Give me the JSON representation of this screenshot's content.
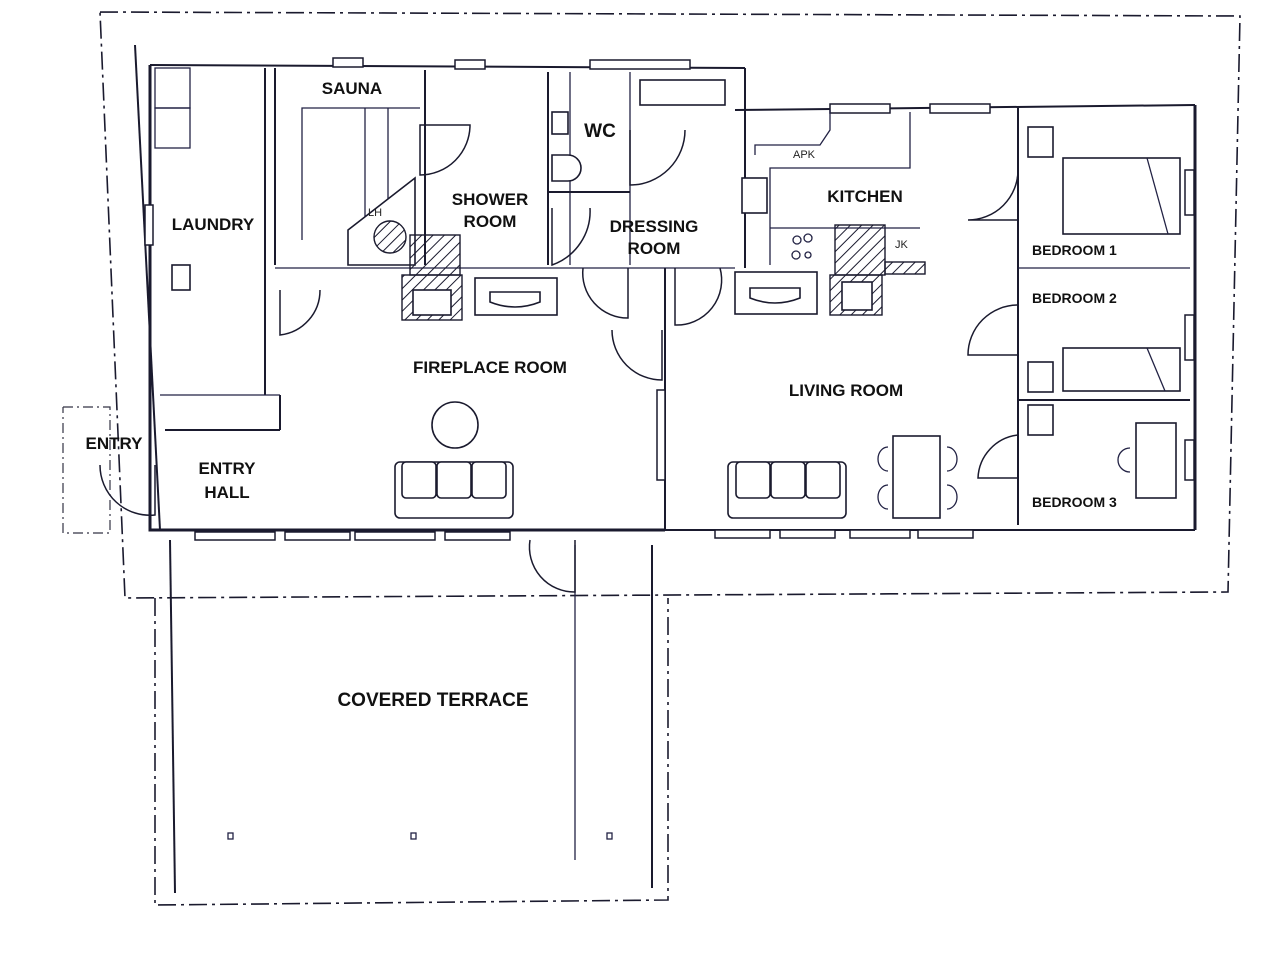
{
  "plan": {
    "rooms": {
      "sauna": "SAUNA",
      "laundry": "LAUNDRY",
      "shower_room_line1": "SHOWER",
      "shower_room_line2": "ROOM",
      "wc": "WC",
      "dressing_room_line1": "DRESSING",
      "dressing_room_line2": "ROOM",
      "kitchen": "KITCHEN",
      "bedroom_1": "BEDROOM 1",
      "bedroom_2": "BEDROOM 2",
      "bedroom_3": "BEDROOM 3",
      "fireplace_room": "FIREPLACE ROOM",
      "living_room": "LIVING ROOM",
      "entry": "ENTRY",
      "entry_hall_line1": "ENTRY",
      "entry_hall_line2": "HALL",
      "covered_terrace": "COVERED TERRACE"
    },
    "annotations": {
      "sauna_heater": "LH",
      "kitchen_counter": "APK",
      "fridge": "JK"
    }
  }
}
